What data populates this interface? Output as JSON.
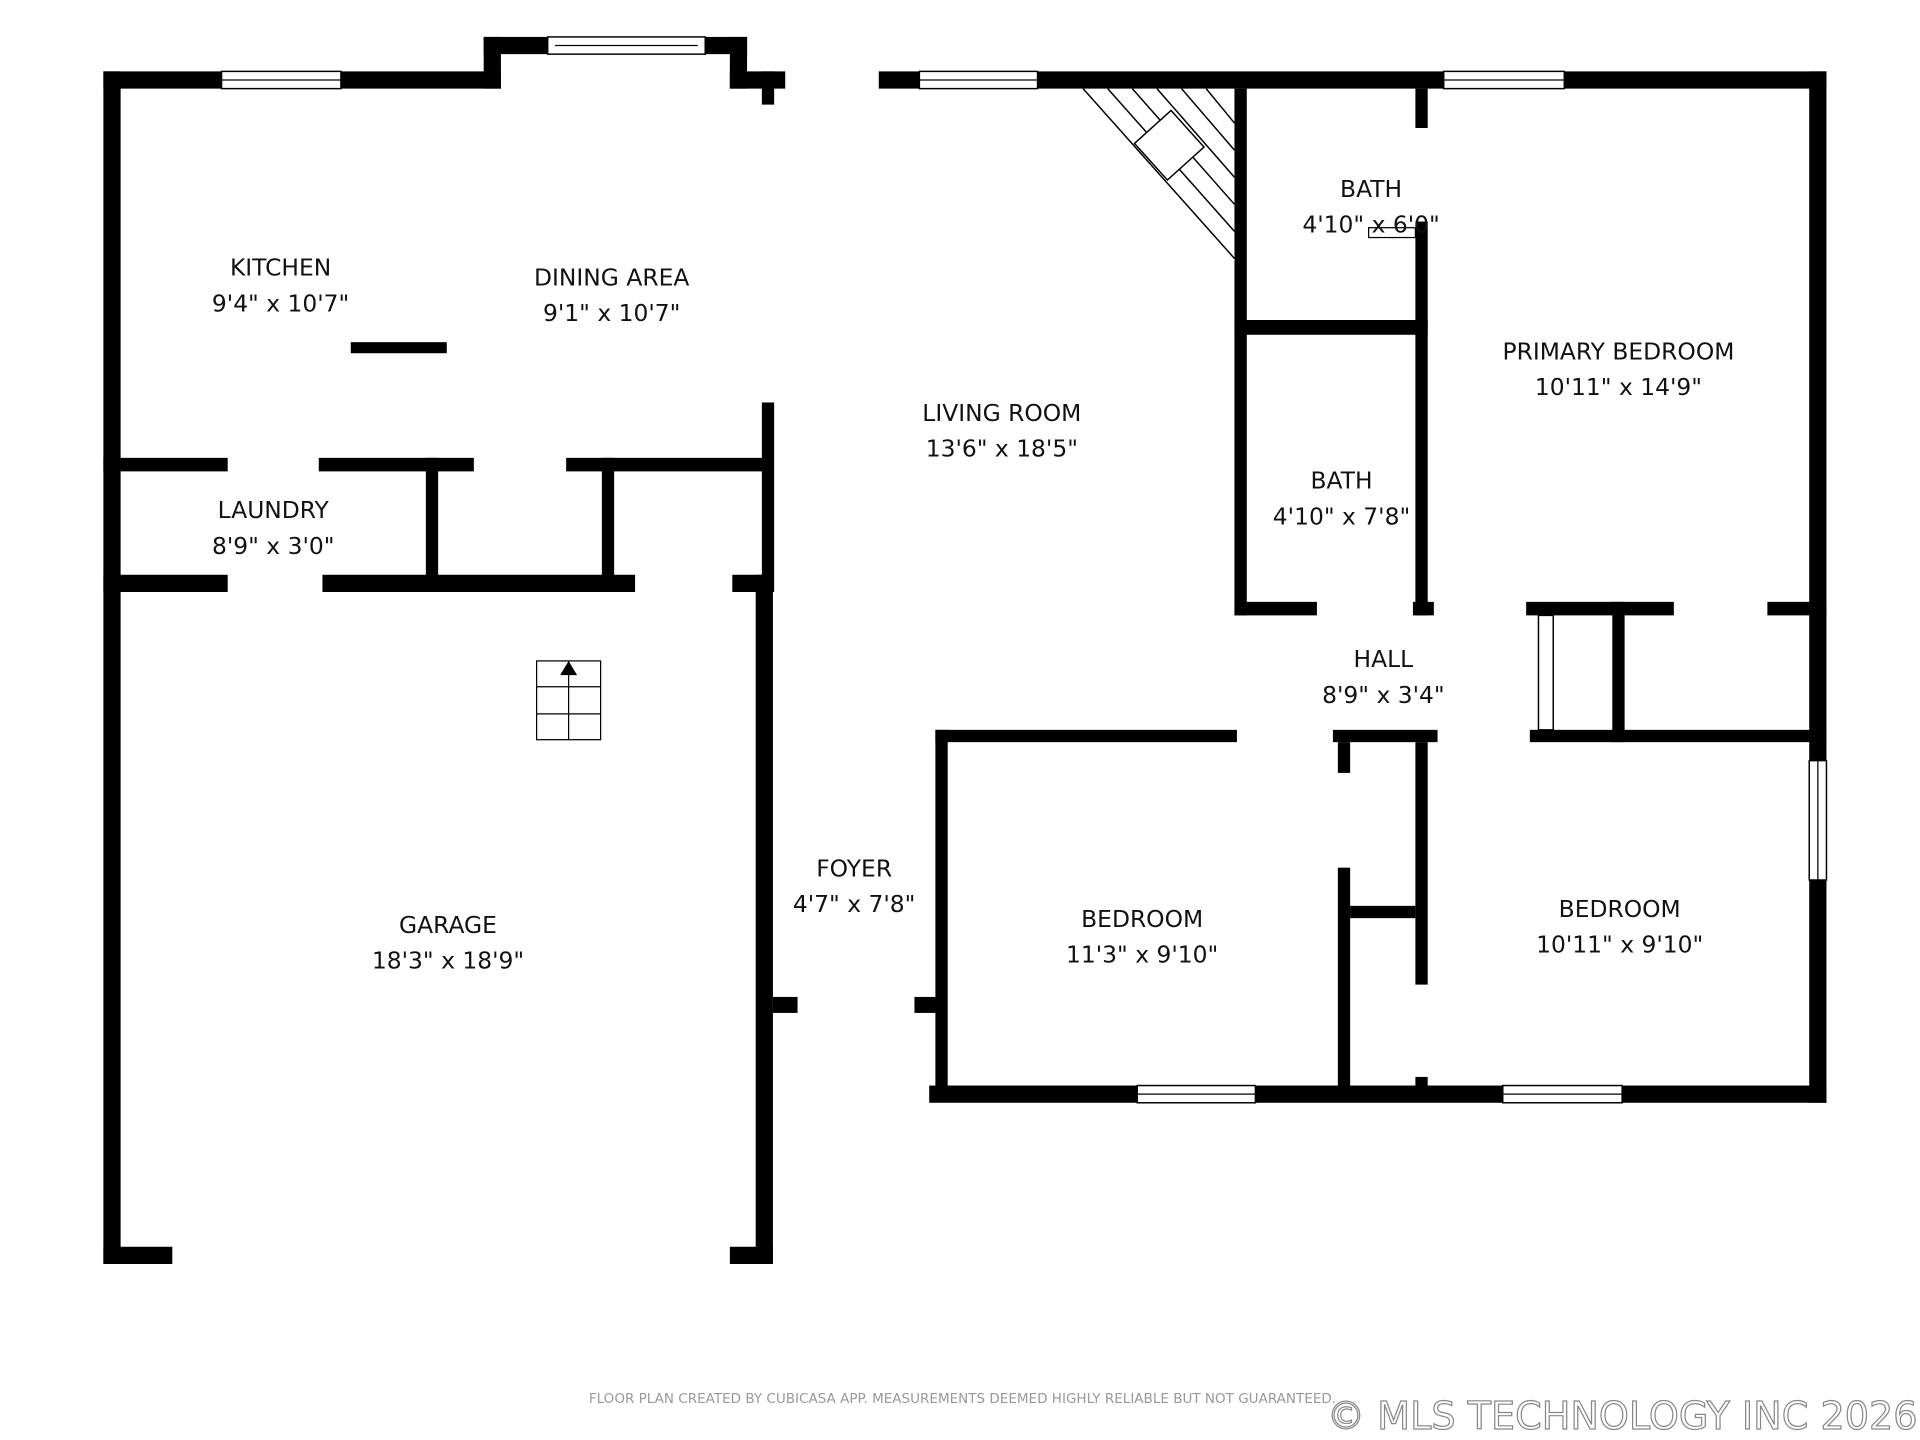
{
  "rooms": {
    "kitchen": {
      "name": "KITCHEN",
      "size": "9'4\" x 10'7\""
    },
    "dining": {
      "name": "DINING AREA",
      "size": "9'1\" x 10'7\""
    },
    "living": {
      "name": "LIVING ROOM",
      "size": "13'6\" x 18'5\""
    },
    "bath1": {
      "name": "BATH",
      "size": "4'10\" x 6'0\""
    },
    "primary": {
      "name": "PRIMARY BEDROOM",
      "size": "10'11\" x 14'9\""
    },
    "bath2": {
      "name": "BATH",
      "size": "4'10\" x 7'8\""
    },
    "laundry": {
      "name": "LAUNDRY",
      "size": "8'9\" x 3'0\""
    },
    "hall": {
      "name": "HALL",
      "size": "8'9\" x 3'4\""
    },
    "garage": {
      "name": "GARAGE",
      "size": "18'3\" x 18'9\""
    },
    "foyer": {
      "name": "FOYER",
      "size": "4'7\" x 7'8\""
    },
    "bedroom1": {
      "name": "BEDROOM",
      "size": "11'3\" x 9'10\""
    },
    "bedroom2": {
      "name": "BEDROOM",
      "size": "10'11\" x 9'10\""
    }
  },
  "footer": {
    "disclaimer": "FLOOR PLAN CREATED BY CUBICASA APP. MEASUREMENTS DEEMED HIGHLY RELIABLE BUT NOT GUARANTEED.",
    "watermark": "© MLS TECHNOLOGY INC 2026"
  },
  "colors": {
    "walls": "#000000",
    "background": "#ffffff",
    "text": "#111111"
  }
}
